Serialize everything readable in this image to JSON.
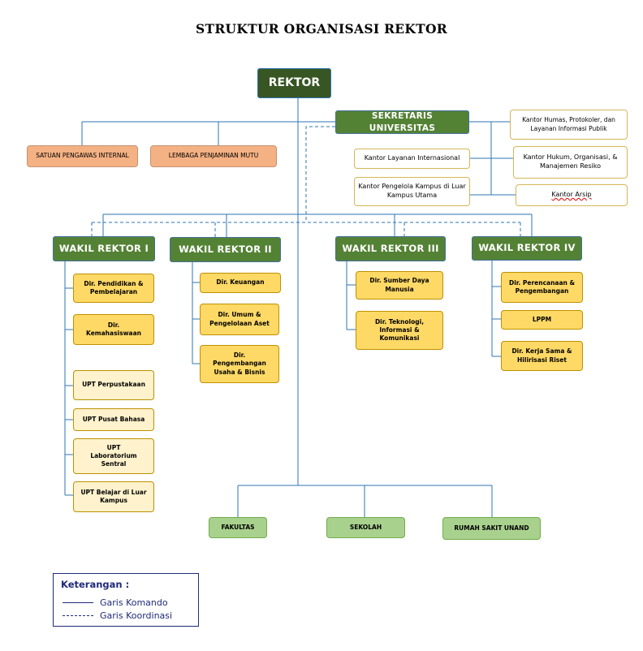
{
  "title": "STRUKTUR ORGANISASI REKTOR",
  "rektor": "REKTOR",
  "secretary": "SEKRETARIS UNIVERSITAS",
  "units": {
    "spi": "SATUAN PENGAWAS INTERNAL",
    "lpm": "LEMBAGA PENJAMINAN  MUTU",
    "humas": "Kantor Humas, Protokoler, dan Layanan Informasi Publik",
    "internasional": "Kantor Layanan  Internasional",
    "hukum": "Kantor Hukum, Organisasi, & Manajemen Resiko",
    "kampus": "Kantor Pengelola Kampus di Luar Kampus Utama",
    "arsip": "Kantor Arsip"
  },
  "wr1": {
    "label": "WAKIL REKTOR I",
    "dirs": [
      "Dir. Pendidikan & Pembelajaran",
      "Dir. Kemahasiswaan"
    ],
    "upts": [
      "UPT Perpustakaan",
      "UPT Pusat Bahasa",
      "UPT Laboratorium Sentral",
      "UPT Belajar di Luar Kampus"
    ]
  },
  "wr2": {
    "label": "WAKIL REKTOR II",
    "dirs": [
      "Dir. Keuangan",
      "Dir. Umum & Pengelolaan Aset",
      "Dir. Pengembangan Usaha & Bisnis"
    ]
  },
  "wr3": {
    "label": "WAKIL REKTOR III",
    "dirs": [
      "Dir. Sumber Daya Manusia",
      "Dir. Teknologi, Informasi & Komunikasi"
    ]
  },
  "wr4": {
    "label": "WAKIL REKTOR IV",
    "dirs": [
      "Dir. Perencanaan & Pengembangan",
      "LPPM",
      "Dir. Kerja Sama & Hilirisasi Riset"
    ]
  },
  "bottom": [
    "FAKULTAS",
    "SEKOLAH",
    "RUMAH SAKIT  UNAND"
  ],
  "legend": {
    "title": "Keterangan :",
    "solid": "Garis Komando",
    "dashed": "Garis Koordinasi"
  },
  "colors": {
    "line": "#2e75b6",
    "dark_green": "#375623",
    "green": "#548235",
    "orange": "#f4b183",
    "yellow": "#ffd966",
    "cream": "#fff2cc",
    "light_green": "#a9d18e"
  }
}
